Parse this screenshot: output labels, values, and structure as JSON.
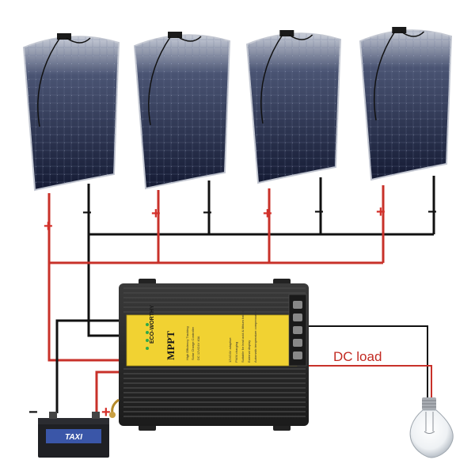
{
  "labels": {
    "panel_plus": "+",
    "panel_minus": "−",
    "battery_minus": "−",
    "battery_plus": "+",
    "dc_load": "DC load"
  },
  "controller": {
    "brand": "ECO-WORTHY",
    "title": "MPPT",
    "subtitle_1": "High Efficiency Tracking",
    "subtitle_2": "Solar Charge Controller",
    "model": "DC 12V/24V 40A",
    "features": [
      "12V/24V adaptive",
      "PWM charging",
      "Suitable for lead acid & lithium battery",
      "External display",
      "Automatic temperature compensation"
    ]
  },
  "battery": {
    "label": "TAXI"
  },
  "colors": {
    "positive_wire": "#c8312a",
    "negative_wire": "#111111",
    "controller_body": "#2b2b2b",
    "controller_label": "#f1d232",
    "panel_cell": "#1d2440"
  },
  "icons": {
    "panel": "solar-panel-icon",
    "controller": "charge-controller-icon",
    "battery": "battery-icon",
    "bulb": "light-bulb-icon"
  }
}
